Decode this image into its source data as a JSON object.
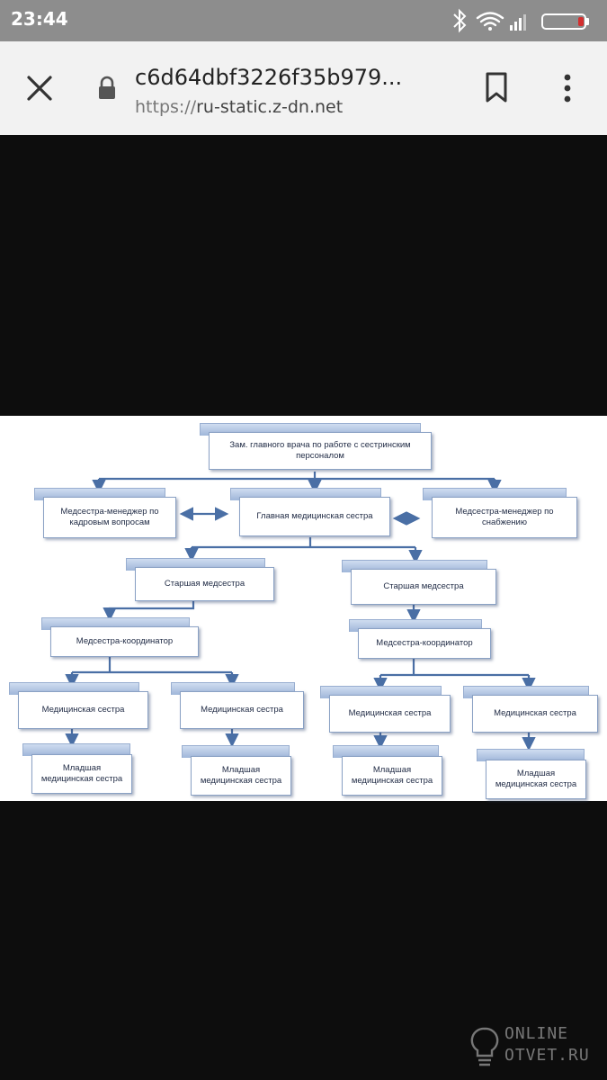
{
  "status_bar": {
    "time": "23:44",
    "icons": [
      "bluetooth-icon",
      "wifi-icon",
      "signal-icon",
      "battery-icon"
    ],
    "battery_accent": "#d32f2f"
  },
  "toolbar": {
    "title": "c6d64dbf3226f35b979...",
    "url_protocol": "https://",
    "url_host": "ru-static.z-dn.net",
    "icons": [
      "close-icon",
      "lock-icon",
      "bookmark-icon",
      "more-vert-icon"
    ]
  },
  "diagram": {
    "nodes": [
      {
        "id": "deputy",
        "text": "Зам. главного врача по работе с сестринским персоналом"
      },
      {
        "id": "mgr-hr",
        "text": "Медсестра-менеджер по кадровым вопросам"
      },
      {
        "id": "chief",
        "text": "Главная медицинская сестра"
      },
      {
        "id": "mgr-supply",
        "text": "Медсестра-менеджер по снабжению"
      },
      {
        "id": "senior-left",
        "text": "Старшая медсестра"
      },
      {
        "id": "senior-right",
        "text": "Старшая медсестра"
      },
      {
        "id": "coord-left",
        "text": "Медсестра-координатор"
      },
      {
        "id": "coord-right",
        "text": "Медсестра-координатор"
      },
      {
        "id": "nurse-1",
        "text": "Медицинская сестра"
      },
      {
        "id": "nurse-2",
        "text": "Медицинская сестра"
      },
      {
        "id": "nurse-3",
        "text": "Медицинская сестра"
      },
      {
        "id": "nurse-4",
        "text": "Медицинская сестра"
      },
      {
        "id": "junior-1",
        "text": "Младшая медицинская сестра"
      },
      {
        "id": "junior-2",
        "text": "Младшая медицинская сестра"
      },
      {
        "id": "junior-3",
        "text": "Младшая медицинская сестра"
      },
      {
        "id": "junior-4",
        "text": "Младшая медицинская сестра"
      }
    ],
    "colors": {
      "connector": "#4a6fa5",
      "node_border": "#8aa1c4",
      "node_tab": "#b7c9e6"
    }
  },
  "watermark": {
    "line1": "ONLINE",
    "line2": "OTVET.RU"
  }
}
